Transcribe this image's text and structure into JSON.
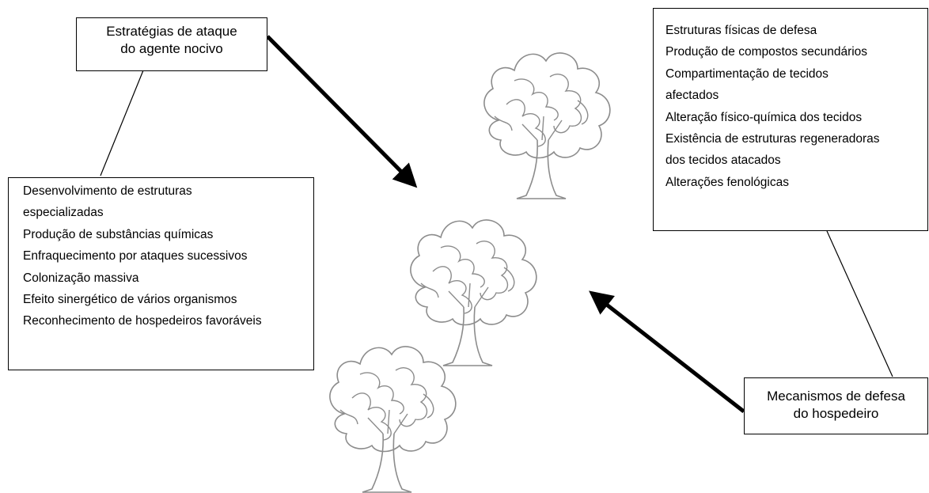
{
  "attack": {
    "title_line1": "Estratégias de ataque",
    "title_line2": "do agente nocivo",
    "items": [
      "Desenvolvimento de estruturas",
      "especializadas",
      "Produção de substâncias químicas",
      "Enfraquecimento por ataques sucessivos",
      "Colonização massiva",
      "Efeito sinergético de vários organismos",
      "Reconhecimento de hospedeiros favoráveis"
    ]
  },
  "defense": {
    "title_line1": "Mecanismos de defesa",
    "title_line2": "do hospedeiro",
    "items": [
      "Estruturas físicas de defesa",
      "Produção de compostos secundários",
      "Compartimentação de tecidos",
      "afectados",
      "Alteração físico-química dos tecidos",
      "Existência de estruturas regeneradoras",
      "dos tecidos atacados",
      "Alterações fenológicas"
    ]
  },
  "colors": {
    "stroke": "#000000",
    "tree": "#8c8c8c"
  },
  "icons": [
    "tree-icon",
    "tree-icon",
    "tree-icon"
  ]
}
